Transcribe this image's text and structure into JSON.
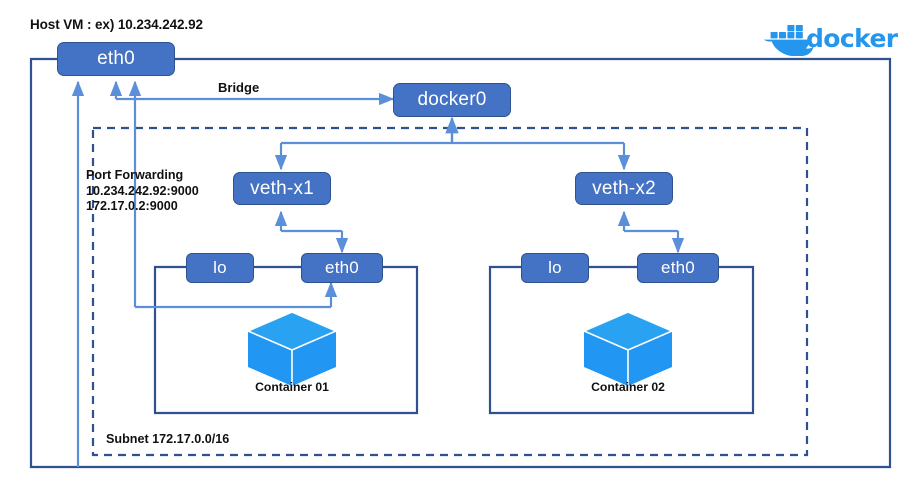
{
  "diagram": {
    "title": "Docker default bridge networking topology",
    "host_label": "Host VM : ex) 10.234.242.92",
    "brand": {
      "name": "docker",
      "icon": "docker-whale-icon",
      "color": "#2496ED"
    },
    "colors": {
      "node_fill": "#4472C4",
      "node_stroke": "#2E528F",
      "connector": "#5B8FD9",
      "frame": "#2E528F",
      "cube": "#2196F3",
      "cube_top": "#2196F3",
      "cube_left": "#2196F3",
      "cube_right": "#2196F3",
      "text": "#111111",
      "background": "#FFFFFF"
    },
    "nodes": {
      "host_eth0": "eth0",
      "docker0": "docker0",
      "veth_x1": "veth-x1",
      "veth_x2": "veth-x2",
      "c1_lo": "lo",
      "c1_eth0": "eth0",
      "c2_lo": "lo",
      "c2_eth0": "eth0"
    },
    "annotations": {
      "bridge": "Bridge",
      "port_forwarding_title": "Port Forwarding",
      "port_forwarding_host": "10.234.242.92:9000",
      "port_forwarding_container": "172.17.0.2:9000",
      "subnet": "Subnet 172.17.0.0/16"
    },
    "containers": [
      {
        "name": "Container 01",
        "icon": "container-cube-icon"
      },
      {
        "name": "Container 02",
        "icon": "container-cube-icon"
      }
    ]
  }
}
